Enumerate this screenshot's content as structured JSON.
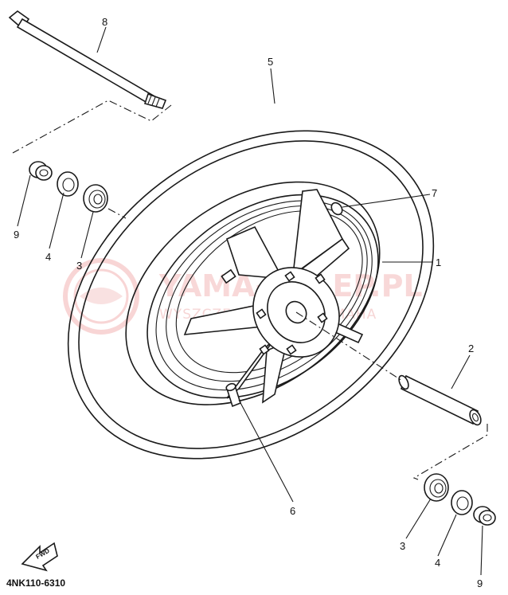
{
  "diagram": {
    "code": "4NK110-6310",
    "fwd_label": "FWD",
    "watermark": {
      "main": "YAMA-SKLEP.PL",
      "sub": "WYSZCZEGÓLNIONE YAMAHA"
    },
    "callouts": {
      "axle_top": "8",
      "tire": "5",
      "collar_top": "9",
      "seal_top": "4",
      "bearing_top": "3",
      "spoke_screw": "7",
      "rim": "1",
      "spacer": "2",
      "valve": "6",
      "bearing_bottom": "3",
      "seal_bottom": "4",
      "collar_bottom": "9"
    }
  }
}
